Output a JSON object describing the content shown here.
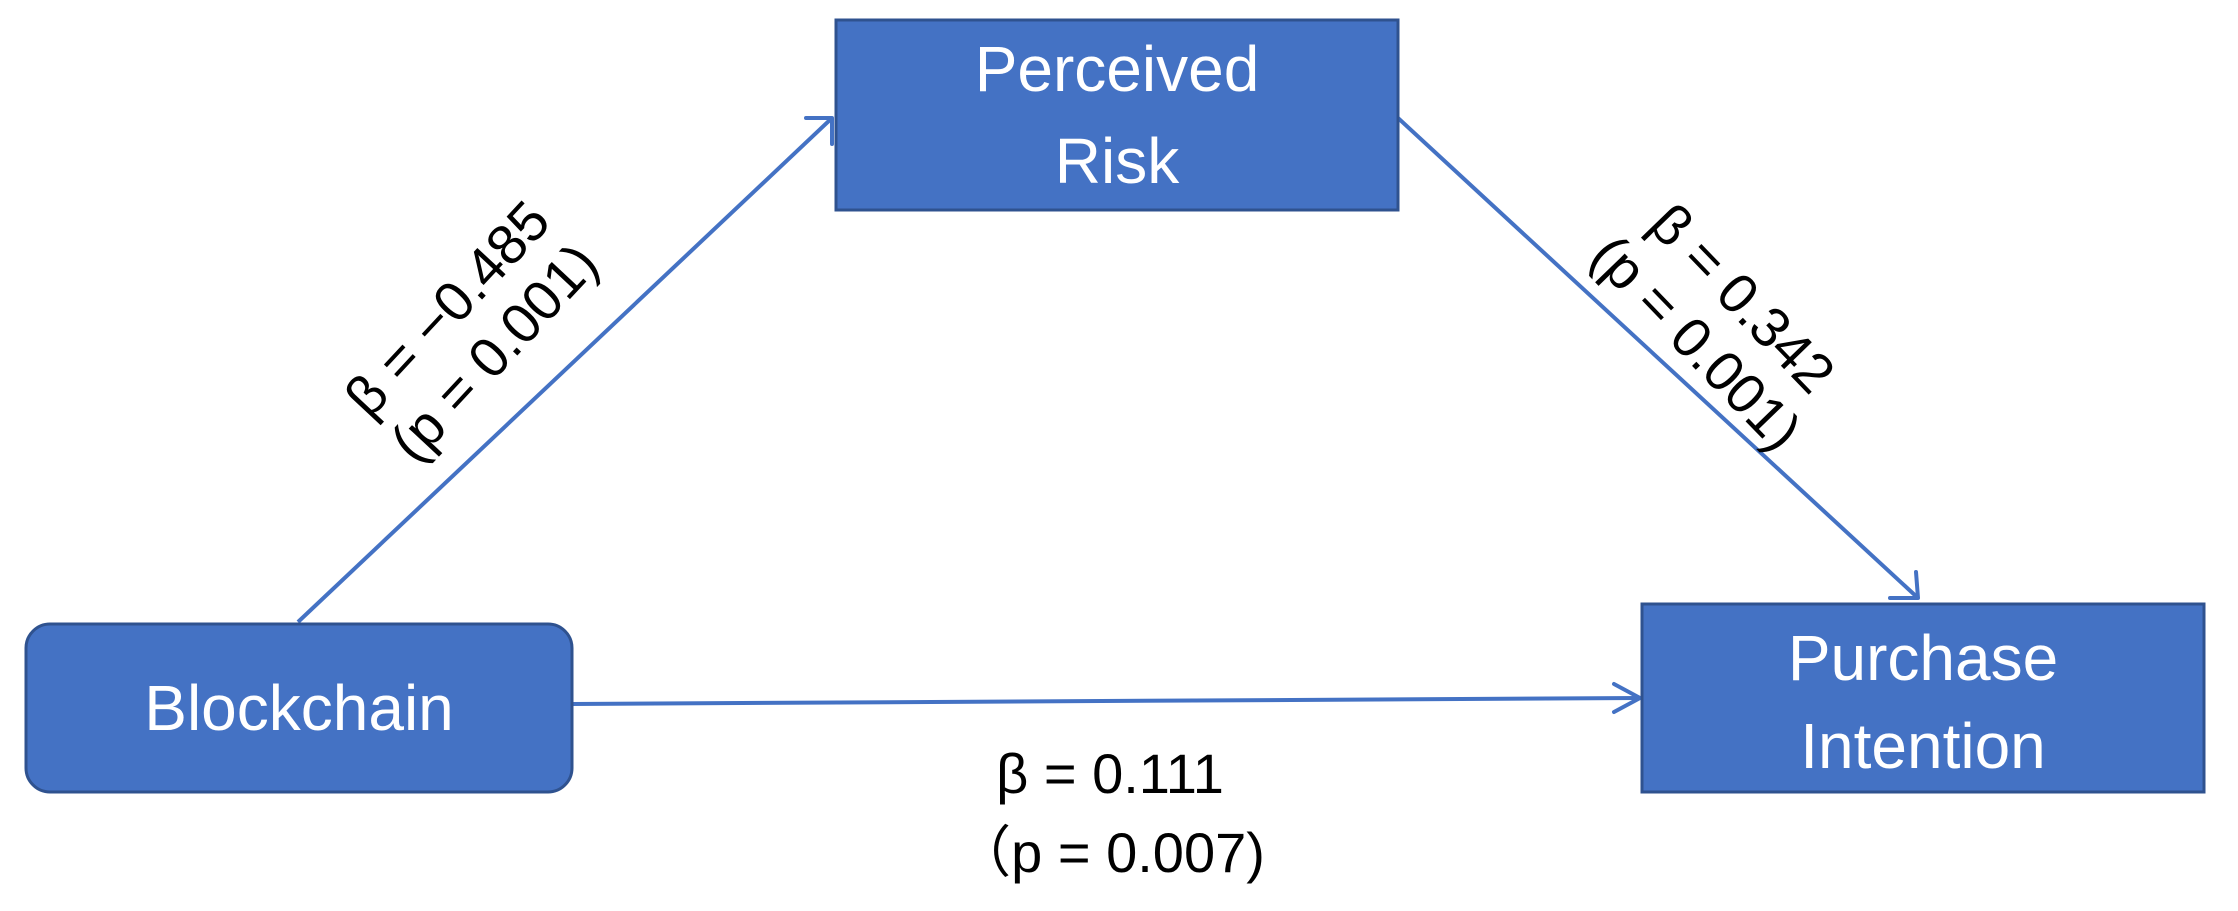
{
  "colors": {
    "node_fill": "#4472c4",
    "node_border": "#2f528f",
    "node_text": "#ffffff",
    "arrow": "#4472c4",
    "label_text": "#000000"
  },
  "nodes": {
    "blockchain": {
      "lines": [
        "Blockchain"
      ]
    },
    "perceived_risk": {
      "lines": [
        "Perceived",
        "Risk"
      ]
    },
    "purchase_intention": {
      "lines": [
        "Purchase",
        "Intention"
      ]
    }
  },
  "edges": {
    "blockchain_to_risk": {
      "beta": "β = −0.485",
      "p": "(p = 0.001)"
    },
    "risk_to_intention": {
      "beta": "β = 0.342",
      "p": "(p = 0.001)"
    },
    "blockchain_to_intention": {
      "beta": "β = 0.111",
      "p": "（p = 0.007)"
    }
  }
}
